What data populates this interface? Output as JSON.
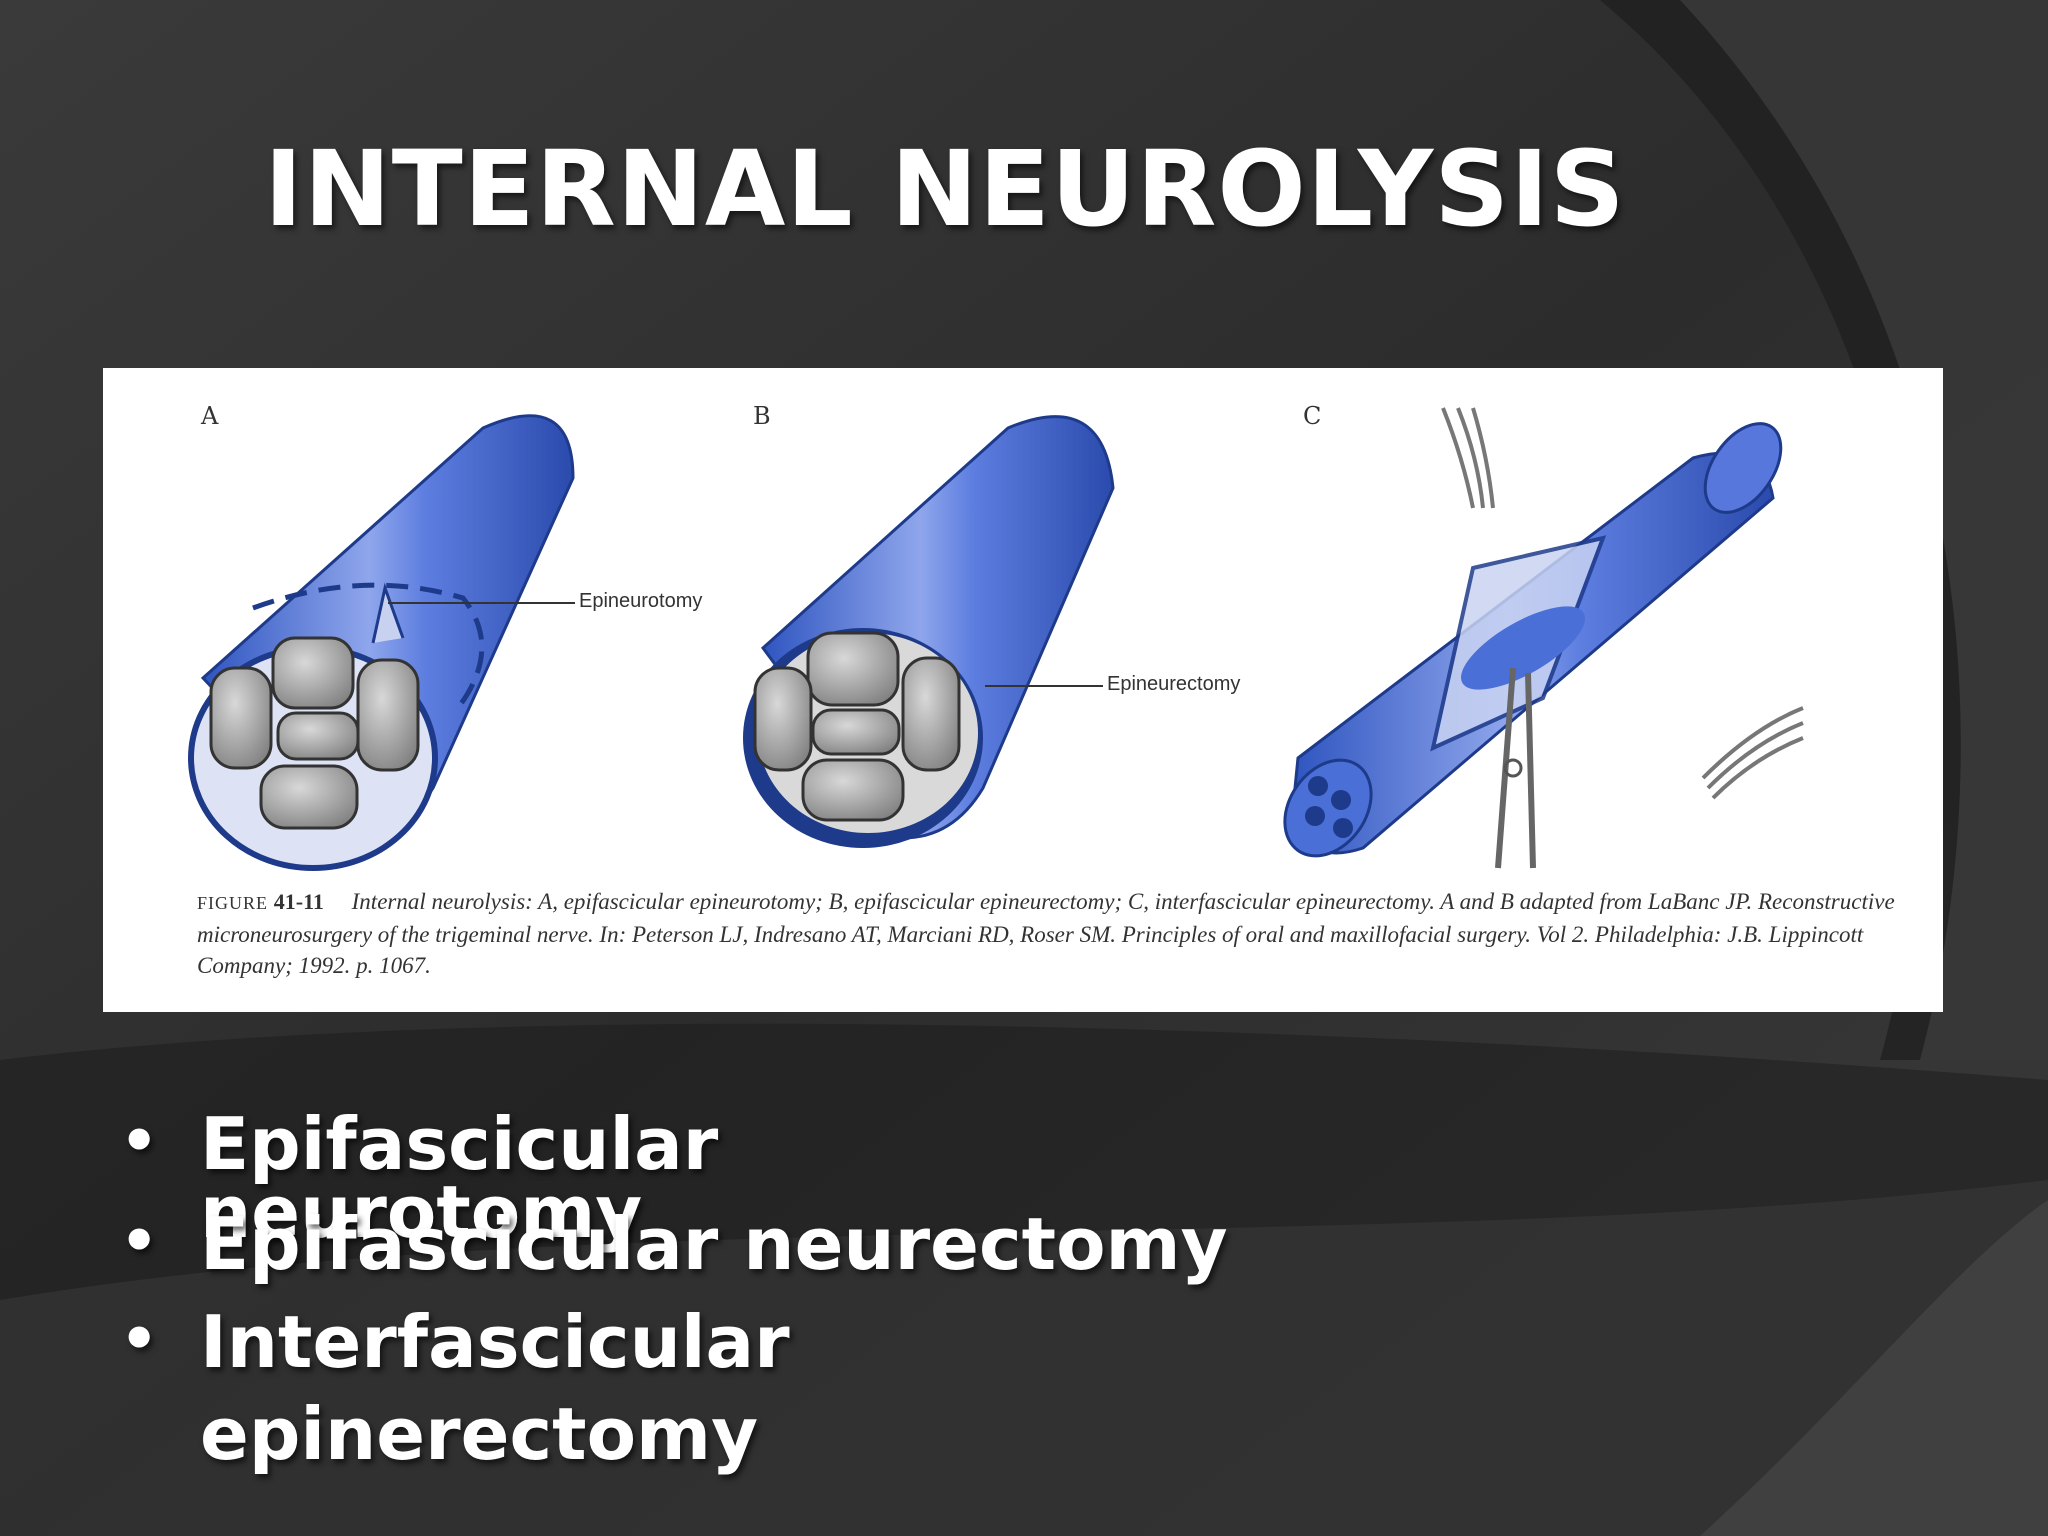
{
  "slide": {
    "title": "INTERNAL NEUROLYSIS",
    "bullets": [
      {
        "line1": "Epifascicular",
        "line2": "neurotomy"
      },
      {
        "line1": "Epifascicular neurectomy",
        "line2": ""
      },
      {
        "line1": "Interfascicular",
        "line2": "epinerectomy"
      }
    ],
    "bullet_symbol": "•"
  },
  "figure": {
    "panel_a_letter": "A",
    "panel_b_letter": "B",
    "panel_c_letter": "C",
    "callout_a": "Epineurotomy",
    "callout_b": "Epineurectomy",
    "caption_label": "FIGURE",
    "caption_number": "41-11",
    "caption_text": "Internal neurolysis: A, epifascicular epineurotomy; B, epifascicular epineurectomy; C, interfascicular epineurectomy. A and B adapted from LaBanc JP. Reconstructive microneurosurgery of the trigeminal nerve. In: Peterson LJ, Indresano AT, Marciani RD, Roser SM. Principles of oral and maxillofacial surgery. Vol 2. Philadelphia: J.B. Lippincott Company; 1992. p. 1067."
  },
  "colors": {
    "background": "#2b2b2b",
    "nerve_blue": "#4a6fd6",
    "nerve_dark": "#1e3a8a",
    "fascicle_gray": "#9a9a9a",
    "text_white": "#ffffff"
  }
}
